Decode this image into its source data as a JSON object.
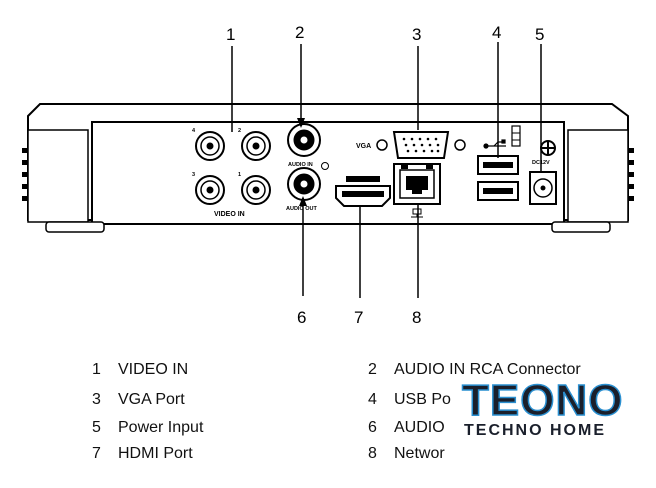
{
  "callouts": {
    "top": [
      "1",
      "2",
      "3",
      "4",
      "5"
    ],
    "bottom": [
      "6",
      "7",
      "8"
    ]
  },
  "panel_labels": {
    "video_in": "VIDEO IN",
    "port_1": "1",
    "port_2": "2",
    "port_3": "3",
    "port_4": "4",
    "audio_in": "AUDIO IN",
    "audio_out": "AUDIO OUT",
    "vga": "VGA",
    "dc12v": "DC12V"
  },
  "legend": [
    {
      "num": "1",
      "label": "VIDEO IN"
    },
    {
      "num": "2",
      "label": "AUDIO IN  RCA Connector"
    },
    {
      "num": "3",
      "label": "VGA Port"
    },
    {
      "num": "4",
      "label": "USB Po"
    },
    {
      "num": "5",
      "label": "Power Input"
    },
    {
      "num": "6",
      "label": "AUDIO"
    },
    {
      "num": "7",
      "label": "HDMI Port"
    },
    {
      "num": "8",
      "label": "Networ"
    }
  ],
  "logo": {
    "main": "TEONO",
    "sub": "TECHNO HOME"
  },
  "colors": {
    "logo_outline": "#2a8fd0",
    "logo_fill": "#1a1f2b"
  }
}
